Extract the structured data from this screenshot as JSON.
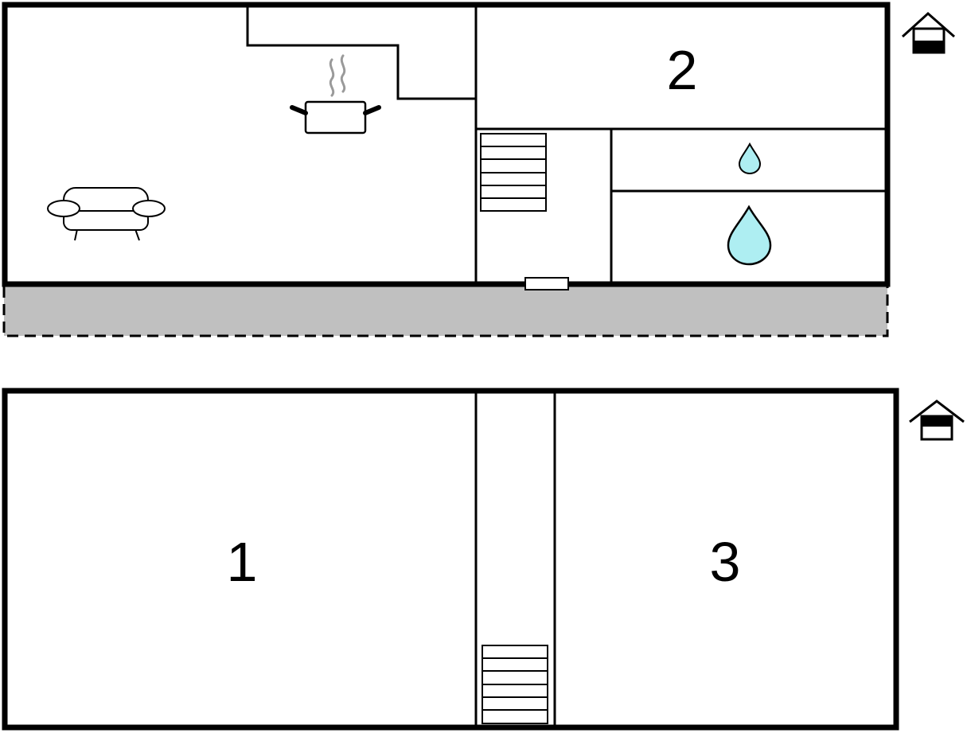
{
  "floors": [
    {
      "level": "upper",
      "floor_icon": "house-upper-floor-icon",
      "rooms": [
        {
          "number": "2",
          "type": "bedroom"
        }
      ],
      "fixtures": [
        "sofa-icon",
        "cooking-pot-icon",
        "stairs-icon",
        "water-drop-icon",
        "water-drop-icon"
      ],
      "balcony": true
    },
    {
      "level": "ground",
      "floor_icon": "house-ground-floor-icon",
      "rooms": [
        {
          "number": "1",
          "type": "bedroom"
        },
        {
          "number": "3",
          "type": "bedroom"
        }
      ],
      "fixtures": [
        "stairs-icon"
      ]
    }
  ],
  "colors": {
    "wall": "#000000",
    "balcony_fill": "#c0c0c0",
    "water": "#aeeef2",
    "steam": "#9a9a9a"
  }
}
